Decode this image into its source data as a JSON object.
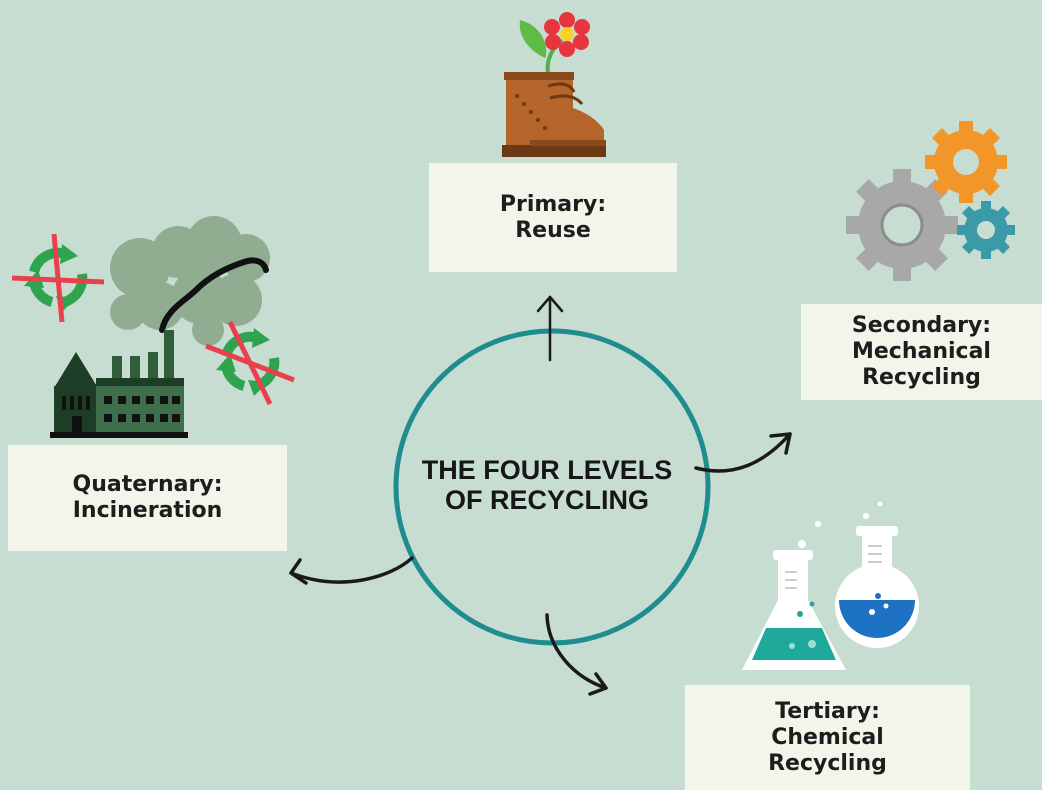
{
  "diagram": {
    "center": {
      "line1": "THE FOUR LEVELS",
      "line2": "OF RECYCLING"
    },
    "levels": [
      {
        "id": "primary",
        "line1": "Primary:",
        "line2": "Reuse",
        "icon": "boot-with-flower-icon"
      },
      {
        "id": "secondary",
        "line1": "Secondary:",
        "line2": "Mechanical",
        "line3": "Recycling",
        "icon": "gears-icon"
      },
      {
        "id": "tertiary",
        "line1": "Tertiary:",
        "line2": "Chemical",
        "line3": "Recycling",
        "icon": "lab-flasks-icon"
      },
      {
        "id": "quaternary",
        "line1": "Quaternary:",
        "line2": "Incineration",
        "icon": "factory-smoke-icon"
      }
    ],
    "colors": {
      "background": "#c8ddd1",
      "circle": "#1f8c8f",
      "box": "#f3f4ea",
      "no_symbol": "#e8414b",
      "recycle": "#2ea44f"
    }
  }
}
